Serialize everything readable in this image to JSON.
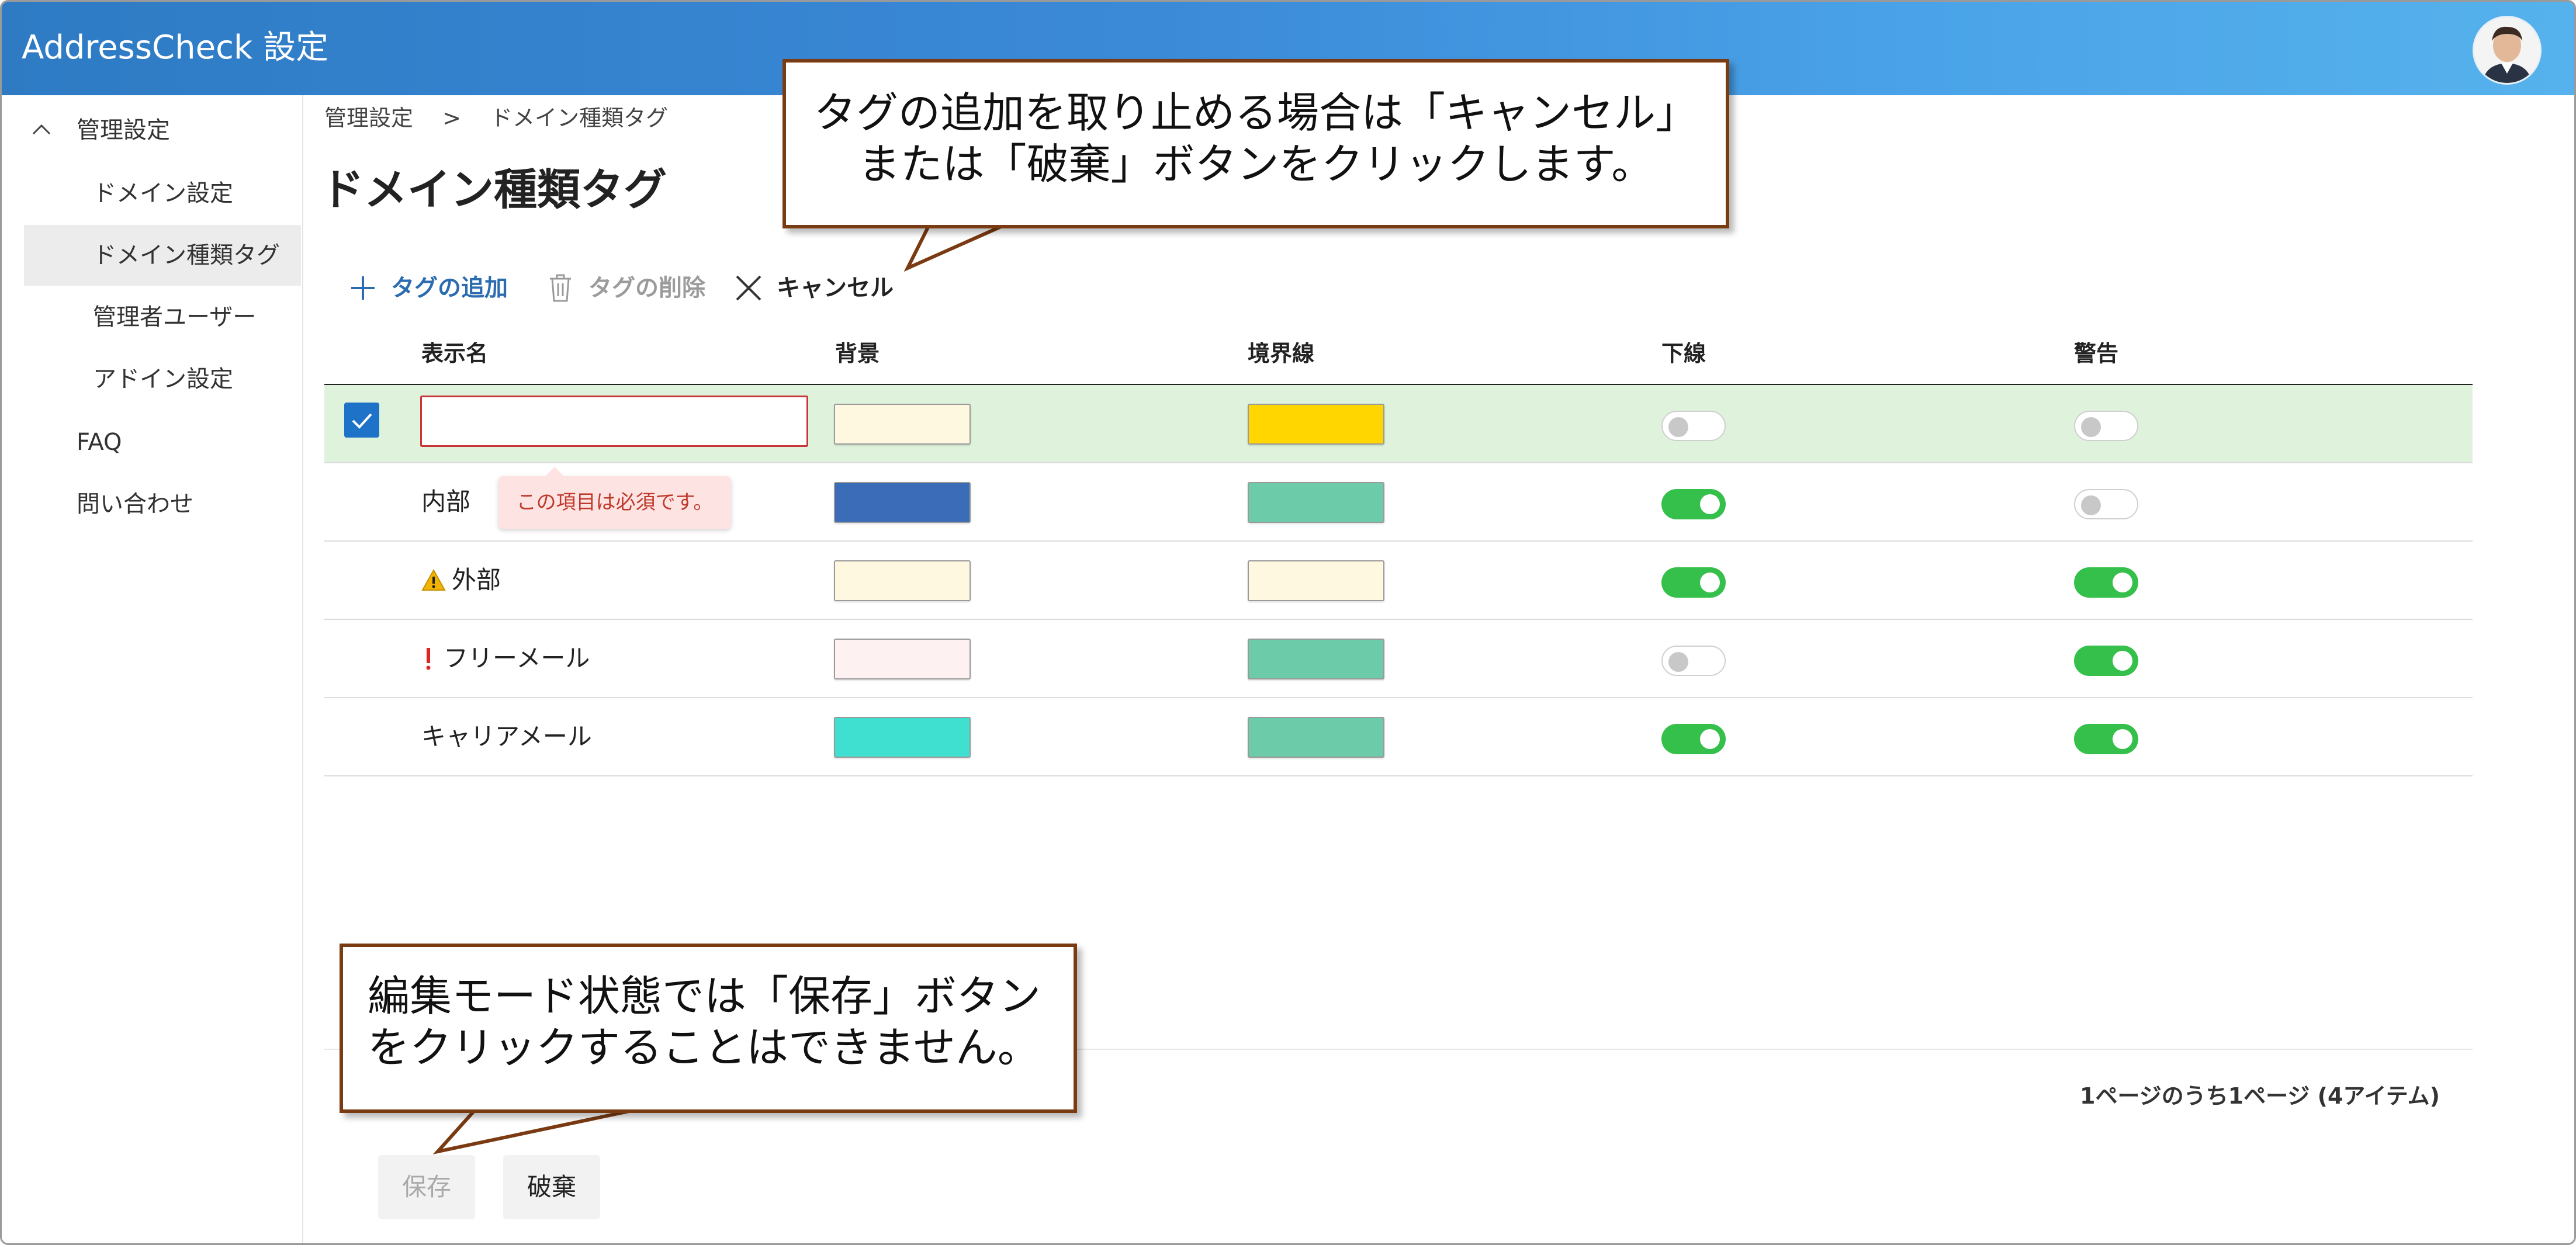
{
  "app": {
    "title": "AddressCheck 設定"
  },
  "sidebar": {
    "items": [
      {
        "label": "管理設定",
        "type": "section",
        "expanded": true
      },
      {
        "label": "ドメイン設定",
        "type": "sub"
      },
      {
        "label": "ドメイン種類タグ",
        "type": "sub",
        "active": true
      },
      {
        "label": "管理者ユーザー",
        "type": "sub"
      },
      {
        "label": "アドイン設定",
        "type": "sub"
      },
      {
        "label": "FAQ",
        "type": "top"
      },
      {
        "label": "問い合わせ",
        "type": "top"
      }
    ],
    "chevron_icon": "chevron-up-icon"
  },
  "breadcrumb": {
    "parent": "管理設定",
    "separator": ">",
    "current": "ドメイン種類タグ"
  },
  "page": {
    "title": "ドメイン種類タグ"
  },
  "toolbar": {
    "add_label": "タグの追加",
    "delete_label": "タグの削除",
    "cancel_label": "キャンセル",
    "add_icon": "plus-icon",
    "delete_icon": "trash-icon",
    "cancel_icon": "close-icon"
  },
  "table": {
    "columns": [
      "表示名",
      "背景",
      "境界線",
      "下線",
      "警告"
    ],
    "rows": [
      {
        "name": "",
        "editing": true,
        "selected": true,
        "background": "#fff8e1",
        "border": "#ffd600",
        "underline": false,
        "warning": false
      },
      {
        "name": "内部",
        "background": "#3b6cb7",
        "border": "#6ccba9",
        "underline": true,
        "warning": false
      },
      {
        "name": "外部",
        "icon": "warning-triangle-icon",
        "background": "#fff8e1",
        "border": "#fff8e1",
        "underline": true,
        "warning": true
      },
      {
        "name": "フリーメール",
        "icon": "exclamation-icon",
        "background": "#fdf1f1",
        "border": "#6ccba9",
        "underline": false,
        "warning": true
      },
      {
        "name": "キャリアメール",
        "background": "#40e0d0",
        "border": "#6ccba9",
        "underline": true,
        "warning": true
      }
    ]
  },
  "validation": {
    "message": "この項目は必須です。"
  },
  "pager": {
    "text": "1ページのうち1ページ (4アイテム)"
  },
  "footer": {
    "save_label": "保存",
    "discard_label": "破棄",
    "save_disabled": true
  },
  "callouts": {
    "cancel_hint_line1": "タグの追加を取り止める場合は「キャンセル」",
    "cancel_hint_line2": "または「破棄」ボタンをクリックします。",
    "save_hint_line1": "編集モード状態では「保存」ボタン",
    "save_hint_line2": "をクリックすることはできません。"
  },
  "colors": {
    "header_start": "#2e7bc4",
    "header_end": "#56b2ec",
    "accent": "#2b6cb0",
    "toggle_on": "#34c04a",
    "selected_row": "#dff3dc",
    "error": "#c9363a",
    "callout_border": "#7a3a12"
  }
}
